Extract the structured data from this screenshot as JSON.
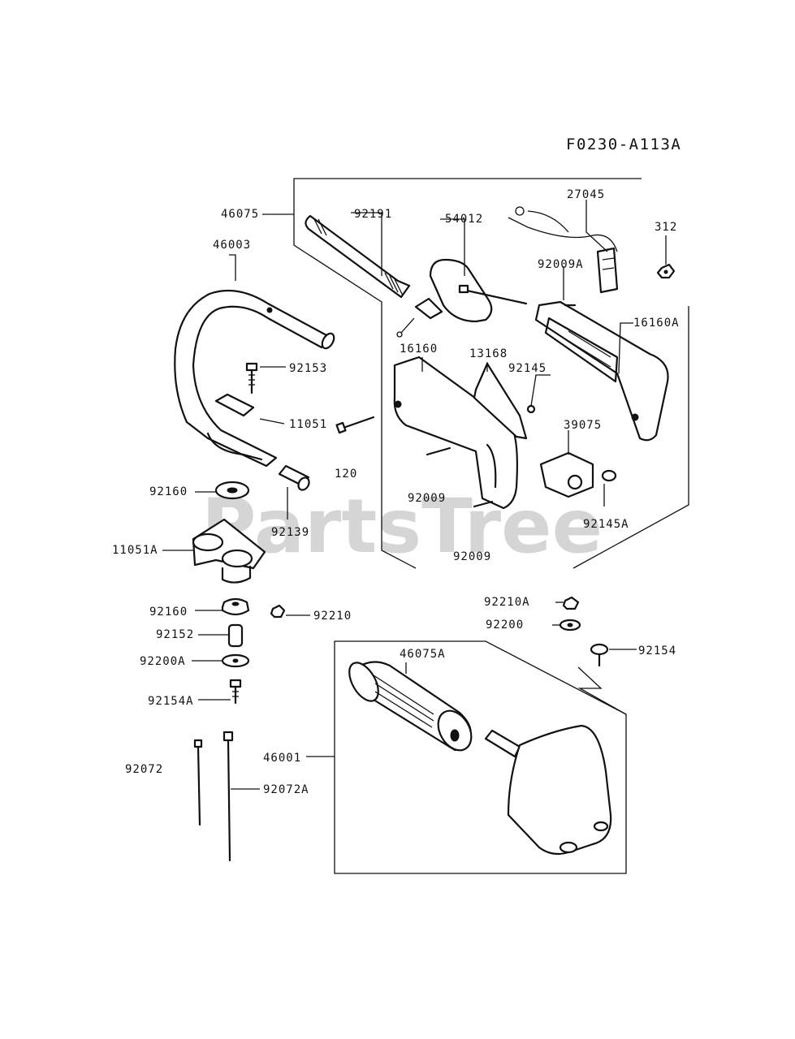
{
  "diagram_code": "F0230-A113A",
  "watermark": "PartsTree",
  "parts": [
    {
      "id": "p-46075",
      "label": "46075"
    },
    {
      "id": "p-92191",
      "label": "92191"
    },
    {
      "id": "p-54012",
      "label": "54012"
    },
    {
      "id": "p-27045",
      "label": "27045"
    },
    {
      "id": "p-312",
      "label": "312"
    },
    {
      "id": "p-46003",
      "label": "46003"
    },
    {
      "id": "p-92009A",
      "label": "92009A"
    },
    {
      "id": "p-16160A",
      "label": "16160A"
    },
    {
      "id": "p-16160",
      "label": "16160"
    },
    {
      "id": "p-13168",
      "label": "13168"
    },
    {
      "id": "p-92145",
      "label": "92145"
    },
    {
      "id": "p-92153",
      "label": "92153"
    },
    {
      "id": "p-11051",
      "label": "11051"
    },
    {
      "id": "p-39075",
      "label": "39075"
    },
    {
      "id": "p-120",
      "label": "120"
    },
    {
      "id": "p-92160-top",
      "label": "92160"
    },
    {
      "id": "p-92009-a",
      "label": "92009"
    },
    {
      "id": "p-92139",
      "label": "92139"
    },
    {
      "id": "p-92145A",
      "label": "92145A"
    },
    {
      "id": "p-11051A",
      "label": "11051A"
    },
    {
      "id": "p-92009-b",
      "label": "92009"
    },
    {
      "id": "p-92210A",
      "label": "92210A"
    },
    {
      "id": "p-92160-bottom",
      "label": "92160"
    },
    {
      "id": "p-92210",
      "label": "92210"
    },
    {
      "id": "p-92200",
      "label": "92200"
    },
    {
      "id": "p-92152",
      "label": "92152"
    },
    {
      "id": "p-92154",
      "label": "92154"
    },
    {
      "id": "p-92200A",
      "label": "92200A"
    },
    {
      "id": "p-46075A",
      "label": "46075A"
    },
    {
      "id": "p-92154A",
      "label": "92154A"
    },
    {
      "id": "p-46001",
      "label": "46001"
    },
    {
      "id": "p-92072",
      "label": "92072"
    },
    {
      "id": "p-92072A",
      "label": "92072A"
    }
  ]
}
